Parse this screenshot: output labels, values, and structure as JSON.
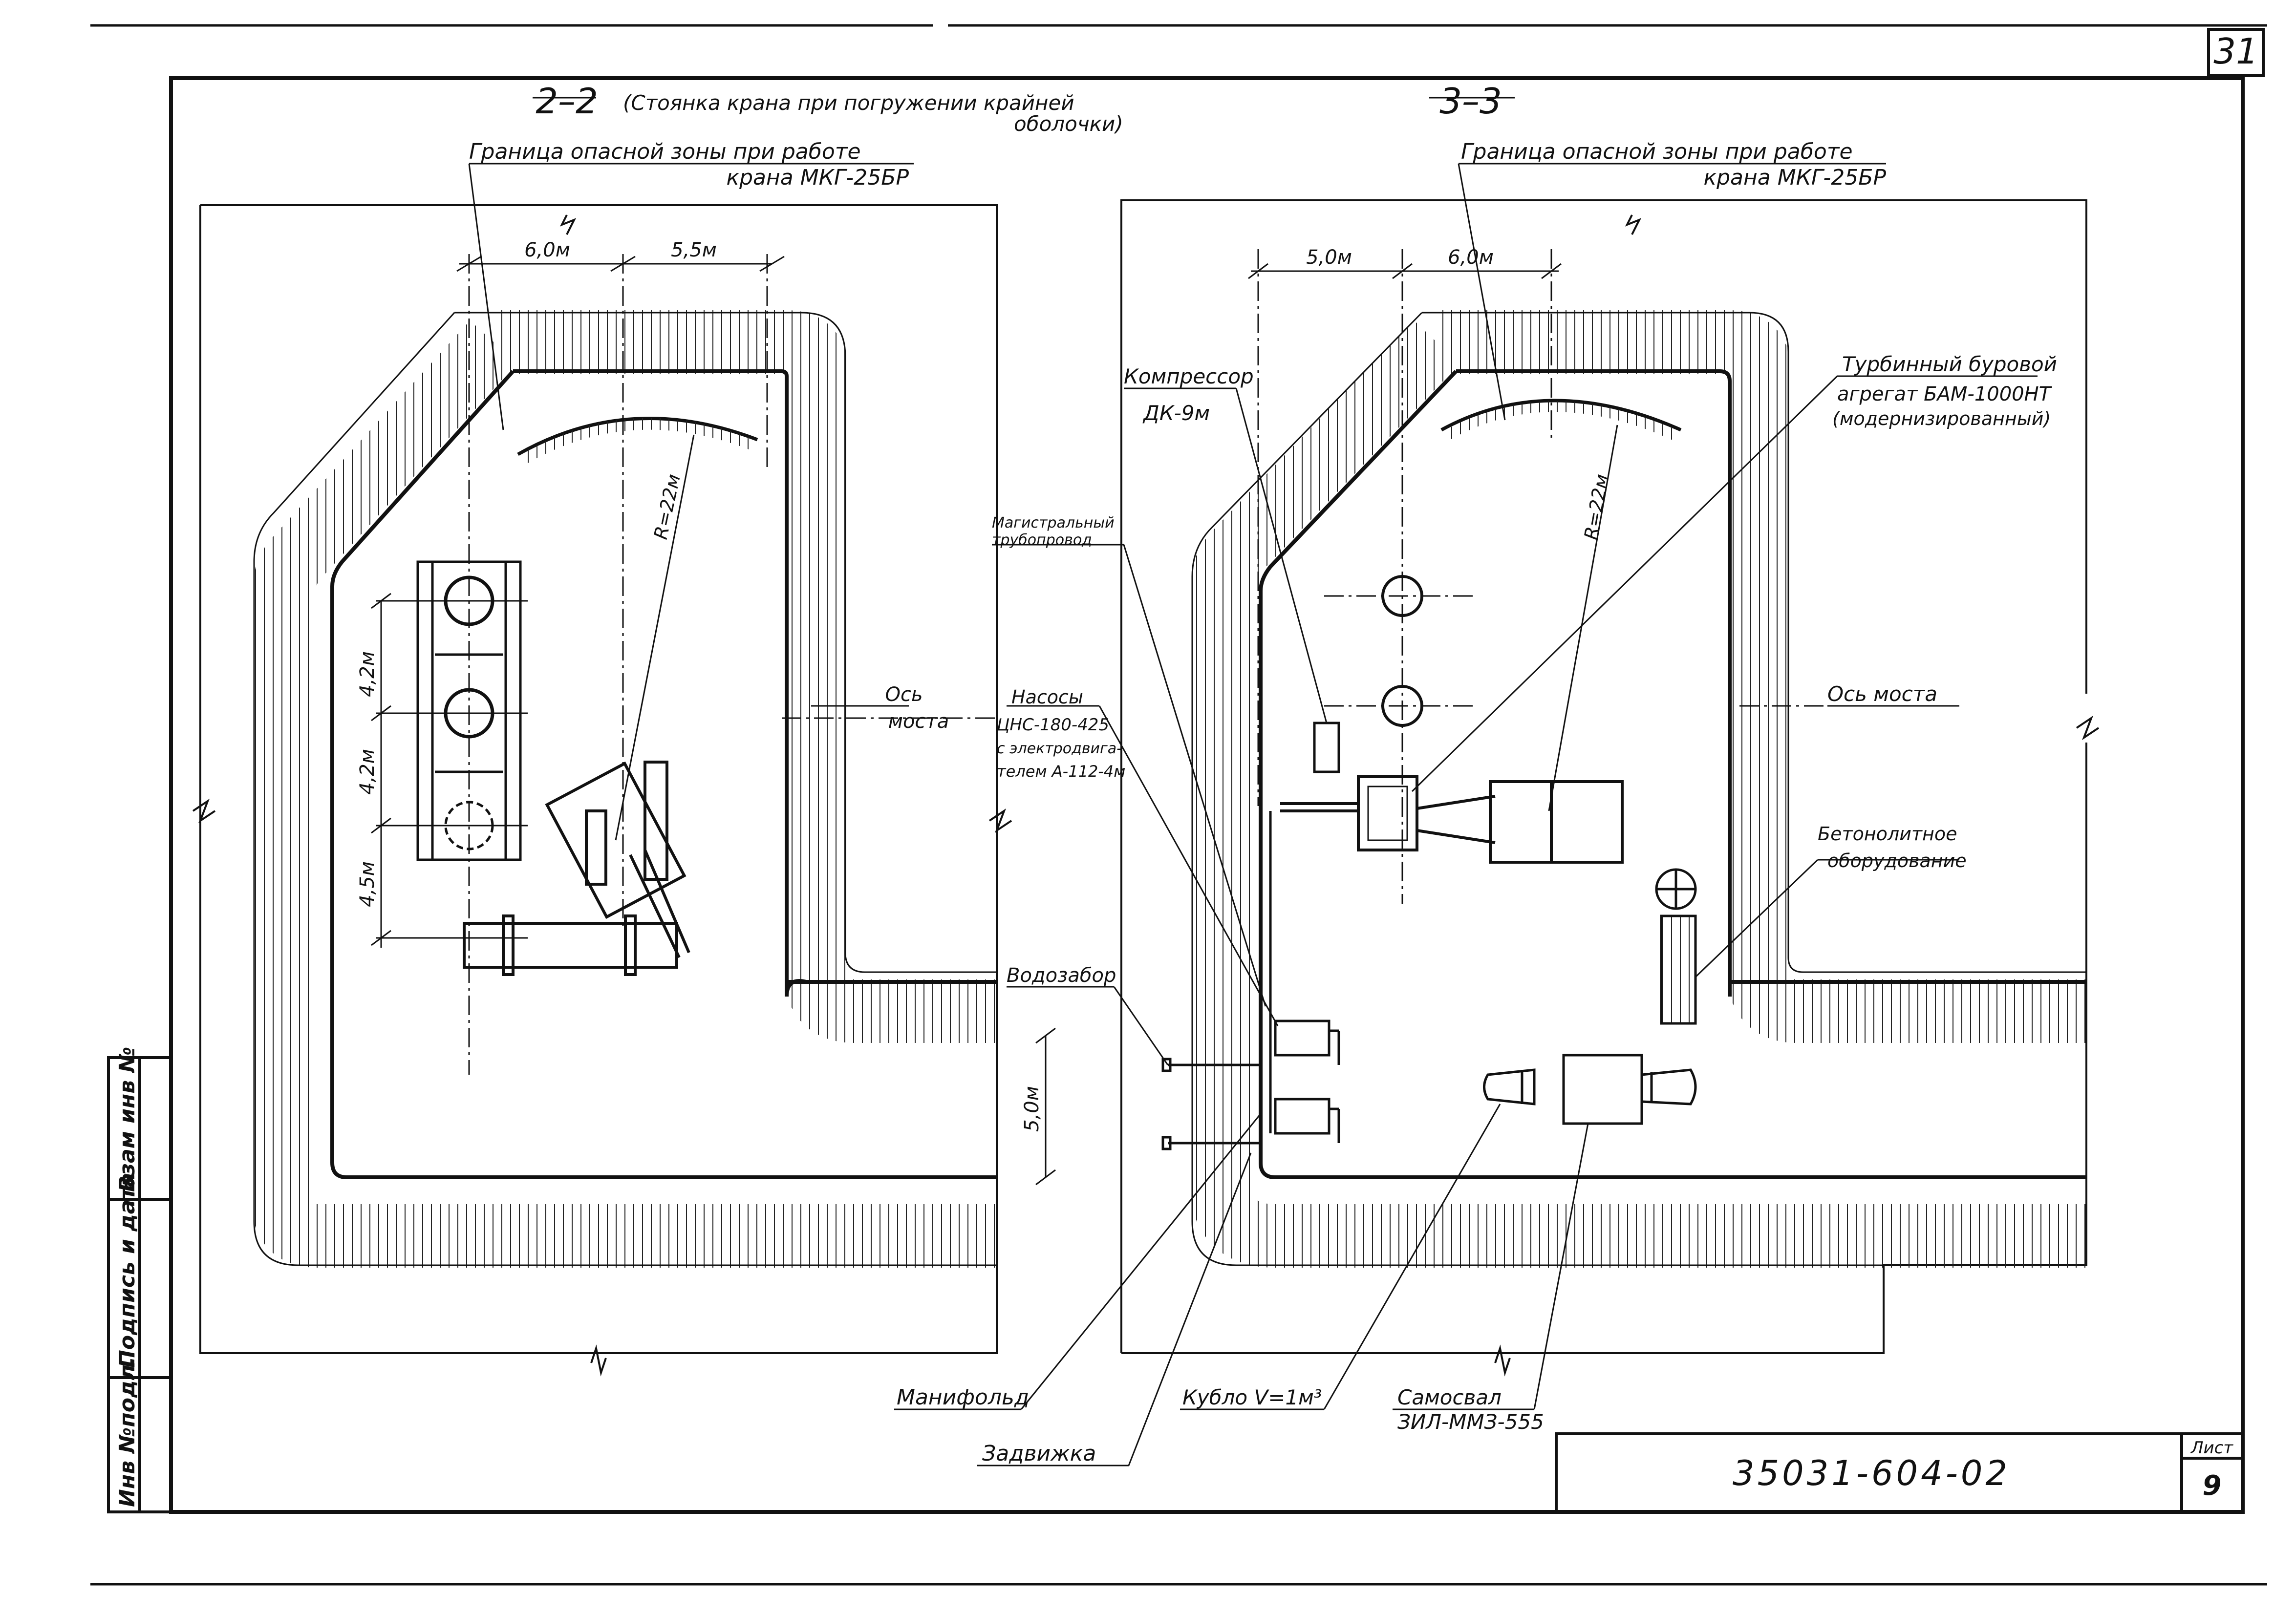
{
  "sheet": {
    "corner_number": "31",
    "document_code": "35031-604-02",
    "sheet_label": "Лист",
    "sheet_number": "9"
  },
  "left_view": {
    "title": "2–2",
    "subtitle_line1": "(Стоянка крана при погружении крайней",
    "subtitle_line2": "оболочки)",
    "zone_label_line1": "Граница опасной зоны при работе",
    "zone_label_line2": "крана МКГ-25БР",
    "dim_top_a": "6,0м",
    "dim_top_b": "5,5м",
    "dim_v1": "4,2м",
    "dim_v2": "4,2м",
    "dim_v3": "4,5м",
    "dim_bottom": "5,0м",
    "radius": "R=22м",
    "axis_line1": "Ось",
    "axis_line2": "моста"
  },
  "right_view": {
    "title": "3–3",
    "zone_label_line1": "Граница опасной зоны при работе",
    "zone_label_line2": "крана МКГ-25БР",
    "dim_top_a": "5,0м",
    "dim_top_b": "6,0м",
    "radius": "R=22м",
    "compressor_line1": "Компрессор",
    "compressor_line2": "ДК-9м",
    "pipeline_line1": "Магистральный",
    "pipeline_line2": "трубопровод",
    "pumps_line1": "Насосы",
    "pumps_line2": "ЦНС-180-425",
    "pumps_line3": "с электродвига-",
    "pumps_line4": "телем А-112-4м",
    "intake": "Водозабор",
    "drill_line1": "Турбинный буровой",
    "drill_line2": "агрегат БАМ-1000НТ",
    "drill_line3": "(модернизированный)",
    "axis": "Ось моста",
    "concrete_line1": "Бетонолитное",
    "concrete_line2": "оборудование",
    "manifold": "Манифольд",
    "bucket": "Кубло V=1м³",
    "valve": "Задвижка",
    "truck_line1": "Самосвал",
    "truck_line2": "ЗИЛ-ММЗ-555"
  },
  "margin_stamps": {
    "inv_podl": "Инв №подл.",
    "signature_date": "Подпись и дата",
    "vzam_inv": "Взам инв №"
  }
}
